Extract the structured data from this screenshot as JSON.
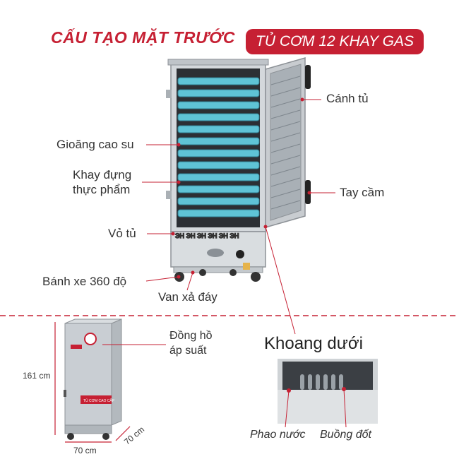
{
  "title": {
    "left": "CẤU TẠO MẶT TRƯỚC",
    "pill": "TỦ CƠM 12 KHAY GAS"
  },
  "labels": {
    "canh_tu": "Cánh tủ",
    "gioang": "Gioăng cao su",
    "khay_line1": "Khay đựng",
    "khay_line2": "thực phẩm",
    "tay_cam": "Tay cầm",
    "vo_tu": "Vỏ tủ",
    "banh_xe": "Bánh xe 360 độ",
    "van_xa": "Van xả đáy",
    "dong_ho_line1": "Đồng hồ",
    "dong_ho_line2": "áp suất",
    "khoang_duoi": "Khoang dưới",
    "phao_nuoc": "Phao nước",
    "buong_dot": "Buồng đốt"
  },
  "dimensions": {
    "height": "161 cm",
    "width": "70 cm",
    "depth": "70 cm"
  },
  "cabinet_small_label": "TỦ CƠM CAO CẤP",
  "colors": {
    "brand_red": "#c62033",
    "tray_blue": "#5fc3d6",
    "steel": "#c9ced3",
    "leader": "#c62033"
  }
}
